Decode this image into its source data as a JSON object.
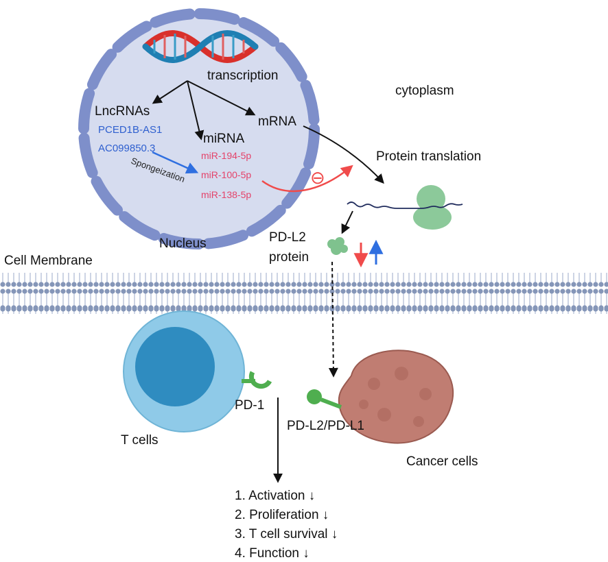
{
  "colors": {
    "nucleus_fill": "#d6dcef",
    "nucleus_wall": "#7e8fca",
    "membrane": "#8596b8",
    "lnc_text": "#2e5fcf",
    "mirna_text": "#e4436a",
    "inhibit_arrow": "#f04b4b",
    "tcell_outer": "#8fcae8",
    "tcell_inner": "#2f8cc0",
    "receptor": "#4fae4f",
    "cancer_cell": "#c07d72",
    "protein": "#9fd3a9"
  },
  "icons": {
    "dna": "dna-helix-icon",
    "ribosome": "ribosome-icon",
    "protein": "protein-blob-icon",
    "down": "red-down-arrow-icon",
    "up": "blue-up-arrow-icon",
    "inhibit": "inhibition-symbol-icon"
  },
  "labels": {
    "transcription": "transcription",
    "cytoplasm": "cytoplasm",
    "lncrnas": "LncRNAs",
    "mrna": "mRNA",
    "mirna": "miRNA",
    "protein_translation": "Protein translation",
    "sponge": "Spongeization",
    "nucleus": "Nucleus",
    "pdl2_protein_line1": "PD-L2",
    "pdl2_protein_line2": "protein",
    "cell_membrane": "Cell Membrane",
    "pd1": "PD-1",
    "pdl2_pdl1": "PD-L2/PD-L1",
    "t_cells": "T cells",
    "cancer_cells": "Cancer cells",
    "inhibit_symbol": "⊖"
  },
  "lncrna_list": [
    "PCED1B-AS1",
    "AC099850.3"
  ],
  "mirna_list": [
    "miR-194-5p",
    "miR-100-5p",
    "miR-138-5p"
  ],
  "effects": [
    "1. Activation ↓",
    "2. Proliferation ↓",
    "3. T cell survival ↓",
    "4. Function ↓"
  ]
}
